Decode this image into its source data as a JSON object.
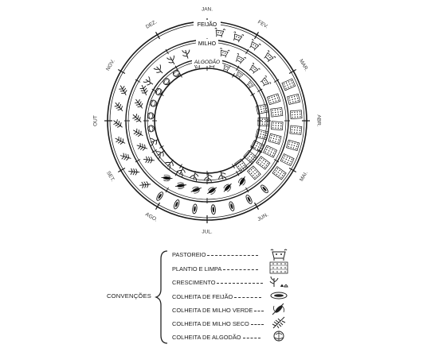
{
  "months": [
    "JAN.",
    "FEV.",
    "MAR.",
    "ABR.",
    "MAI.",
    "JUN.",
    "JUL.",
    "AGO.",
    "SET.",
    "OUT",
    "NOV.",
    "DEZ."
  ],
  "rings": {
    "feijao": "FEIJÃO",
    "milho": "MILHO",
    "algodao": "ALGODÃO"
  },
  "legend": {
    "title": "CONVENÇÕES",
    "items": [
      {
        "label": "PASTOREIO",
        "icon": "cow-icon"
      },
      {
        "label": "PLANTIO E LIMPA",
        "icon": "planting-icon"
      },
      {
        "label": "CRESCIMENTO",
        "icon": "growth-icon"
      },
      {
        "label": "COLHEITA DE FEIJÃO",
        "icon": "bean-icon"
      },
      {
        "label": "COLHEITA DE MILHO VERDE",
        "icon": "green-corn-icon"
      },
      {
        "label": "COLHEITA DE MILHO SECO",
        "icon": "dry-corn-icon"
      },
      {
        "label": "COLHEITA DE ALGODÃO",
        "icon": "cotton-icon"
      }
    ]
  }
}
